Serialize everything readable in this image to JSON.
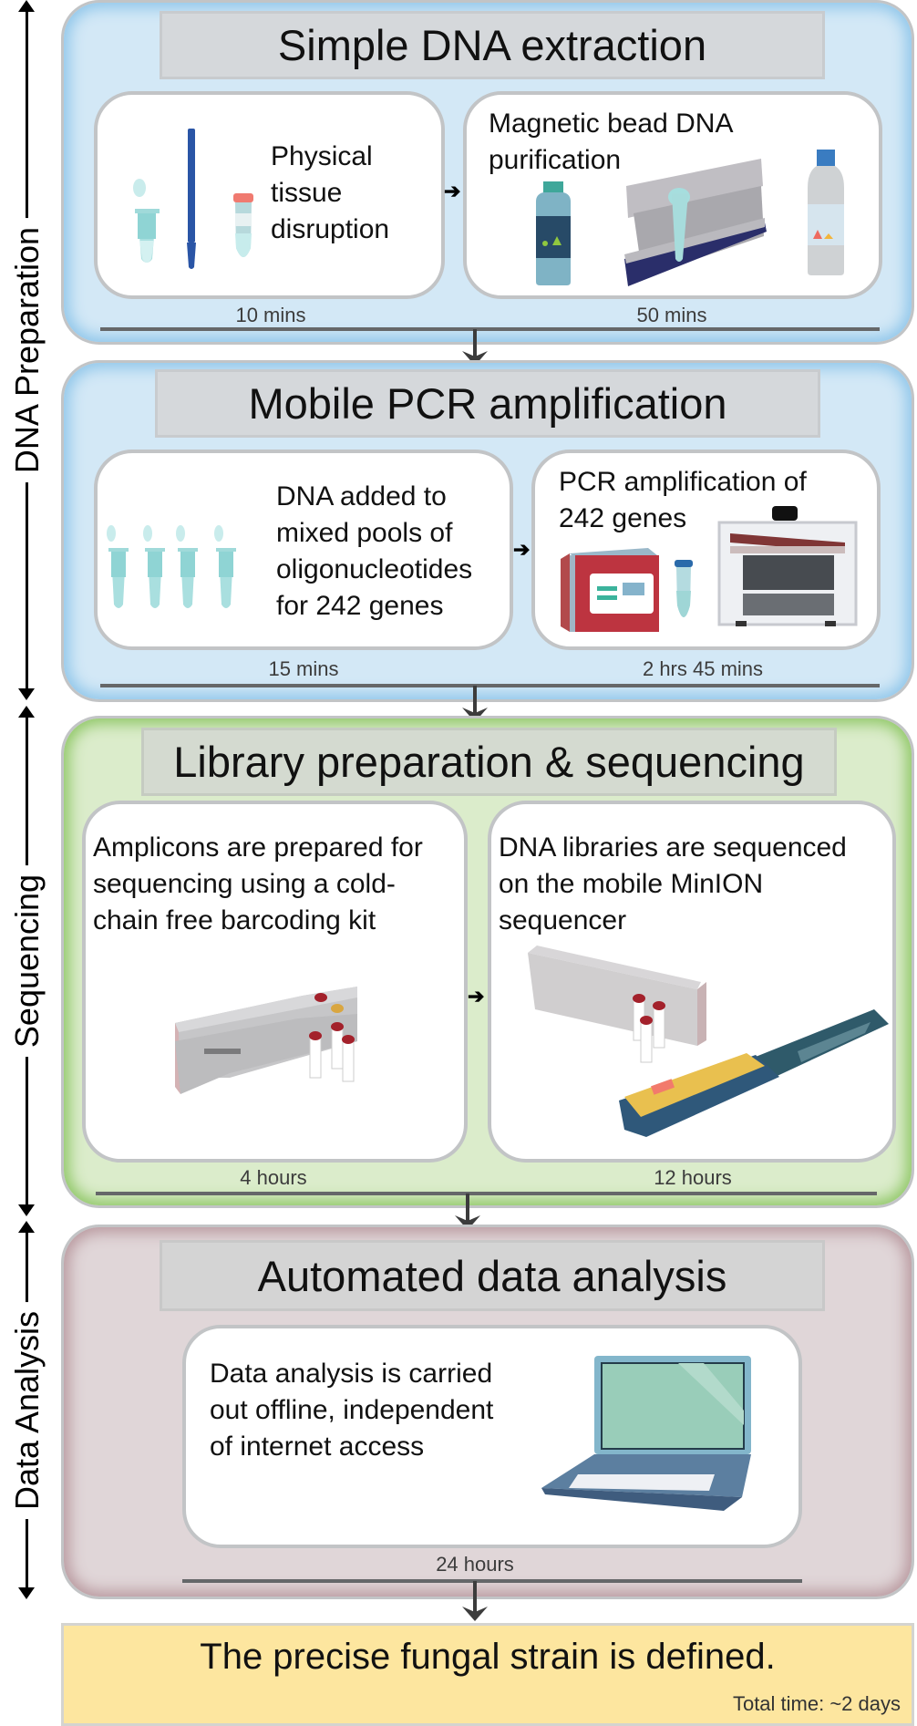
{
  "side_labels": [
    {
      "label": "DNA Preparation"
    },
    {
      "label": "Sequencing"
    },
    {
      "label": "Data Analysis"
    }
  ],
  "stages": [
    {
      "title": "Simple DNA extraction",
      "color": "#d3e8f6",
      "steps": [
        {
          "text": [
            "Physical",
            "tissue",
            "disruption"
          ],
          "time": "10 mins",
          "icons": [
            "microcentrifuge-tube-icon",
            "pestle-icon",
            "screw-cap-tube-icon"
          ]
        },
        {
          "text": [
            "Magnetic bead DNA",
            "purification"
          ],
          "time": "50 mins",
          "icons": [
            "reagent-bottle-icon",
            "magnetic-rack-icon",
            "buffer-bottle-icon"
          ]
        }
      ]
    },
    {
      "title": "Mobile PCR amplification",
      "color": "#d3e8f6",
      "steps": [
        {
          "text": [
            "DNA added to",
            "mixed pools of",
            "oligonucleotides",
            "for 242 genes"
          ],
          "time": "15 mins",
          "icons": [
            "pcr-tubes-icon"
          ]
        },
        {
          "text": [
            "PCR amplification of",
            "242 genes"
          ],
          "time": "2 hrs 45 mins",
          "icons": [
            "reagent-kit-box-icon",
            "tube-icon",
            "thermocycler-icon"
          ]
        }
      ]
    },
    {
      "title": "Library preparation & sequencing",
      "color": "#dbeccb",
      "steps": [
        {
          "text": [
            "Amplicons are prepared for",
            "sequencing using a cold-",
            "chain free barcoding kit"
          ],
          "time": "4 hours",
          "icons": [
            "barcoding-kit-icon"
          ]
        },
        {
          "text": [
            "DNA libraries are sequenced",
            "on the mobile MinION",
            "sequencer"
          ],
          "time": "12 hours",
          "icons": [
            "sequencing-kit-icon",
            "minion-sequencer-icon"
          ]
        }
      ]
    },
    {
      "title": "Automated data analysis",
      "color": "#e0d6d8",
      "steps": [
        {
          "text": [
            "Data analysis is carried",
            "out offline, independent",
            "of internet access"
          ],
          "time": "24 hours",
          "icons": [
            "laptop-icon"
          ]
        }
      ]
    }
  ],
  "result": {
    "text": "The precise fungal strain is defined.",
    "total_time": "Total time: ~2 days"
  }
}
